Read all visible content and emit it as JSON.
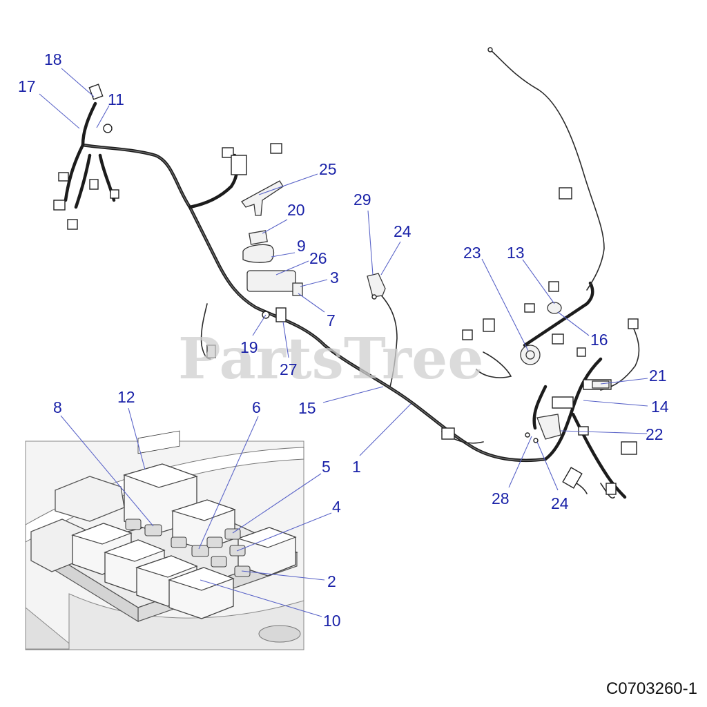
{
  "watermark": "PartsTree",
  "diagram_code": "C0703260-1",
  "callouts": {
    "c1": "1",
    "c2": "2",
    "c3": "3",
    "c4": "4",
    "c5": "5",
    "c6": "6",
    "c7": "7",
    "c8": "8",
    "c9": "9",
    "c10": "10",
    "c11": "11",
    "c12": "12",
    "c13": "13",
    "c14": "14",
    "c15": "15",
    "c16": "16",
    "c17": "17",
    "c18": "18",
    "c19": "19",
    "c20": "20",
    "c21": "21",
    "c22": "22",
    "c23": "23",
    "c24a": "24",
    "c24b": "24",
    "c25": "25",
    "c26": "26",
    "c27": "27",
    "c28": "28",
    "c29": "29"
  }
}
